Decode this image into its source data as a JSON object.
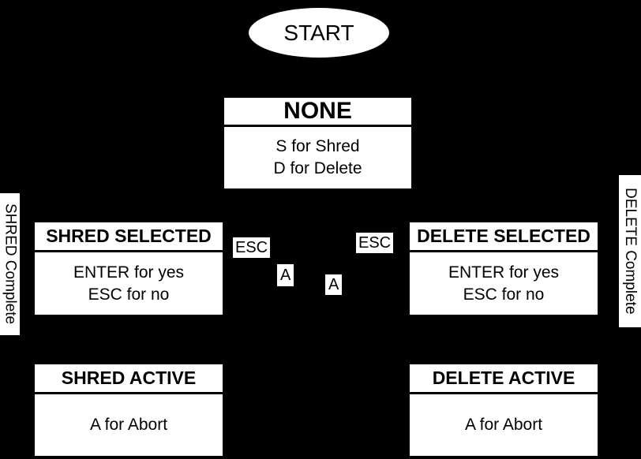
{
  "diagram": {
    "background_color": "#000000",
    "node_fill_color": "#ffffff",
    "text_color": "#000000"
  },
  "nodes": {
    "start": {
      "label": "START"
    },
    "none": {
      "title": "NONE",
      "lines": [
        "S for Shred",
        "D for Delete"
      ]
    },
    "shred_selected": {
      "title": "SHRED SELECTED",
      "lines": [
        "ENTER for yes",
        "ESC for no"
      ]
    },
    "delete_selected": {
      "title": "DELETE SELECTED",
      "lines": [
        "ENTER for yes",
        "ESC for no"
      ]
    },
    "shred_active": {
      "title": "SHRED ACTIVE",
      "lines": [
        "A for Abort"
      ]
    },
    "delete_active": {
      "title": "DELETE ACTIVE",
      "lines": [
        "A for Abort"
      ]
    }
  },
  "edge_labels": {
    "esc_left": "ESC",
    "esc_right": "ESC",
    "abort_left": "A",
    "abort_right": "A",
    "shred_complete": "SHRED Complete",
    "delete_complete": "DELETE Complete"
  }
}
